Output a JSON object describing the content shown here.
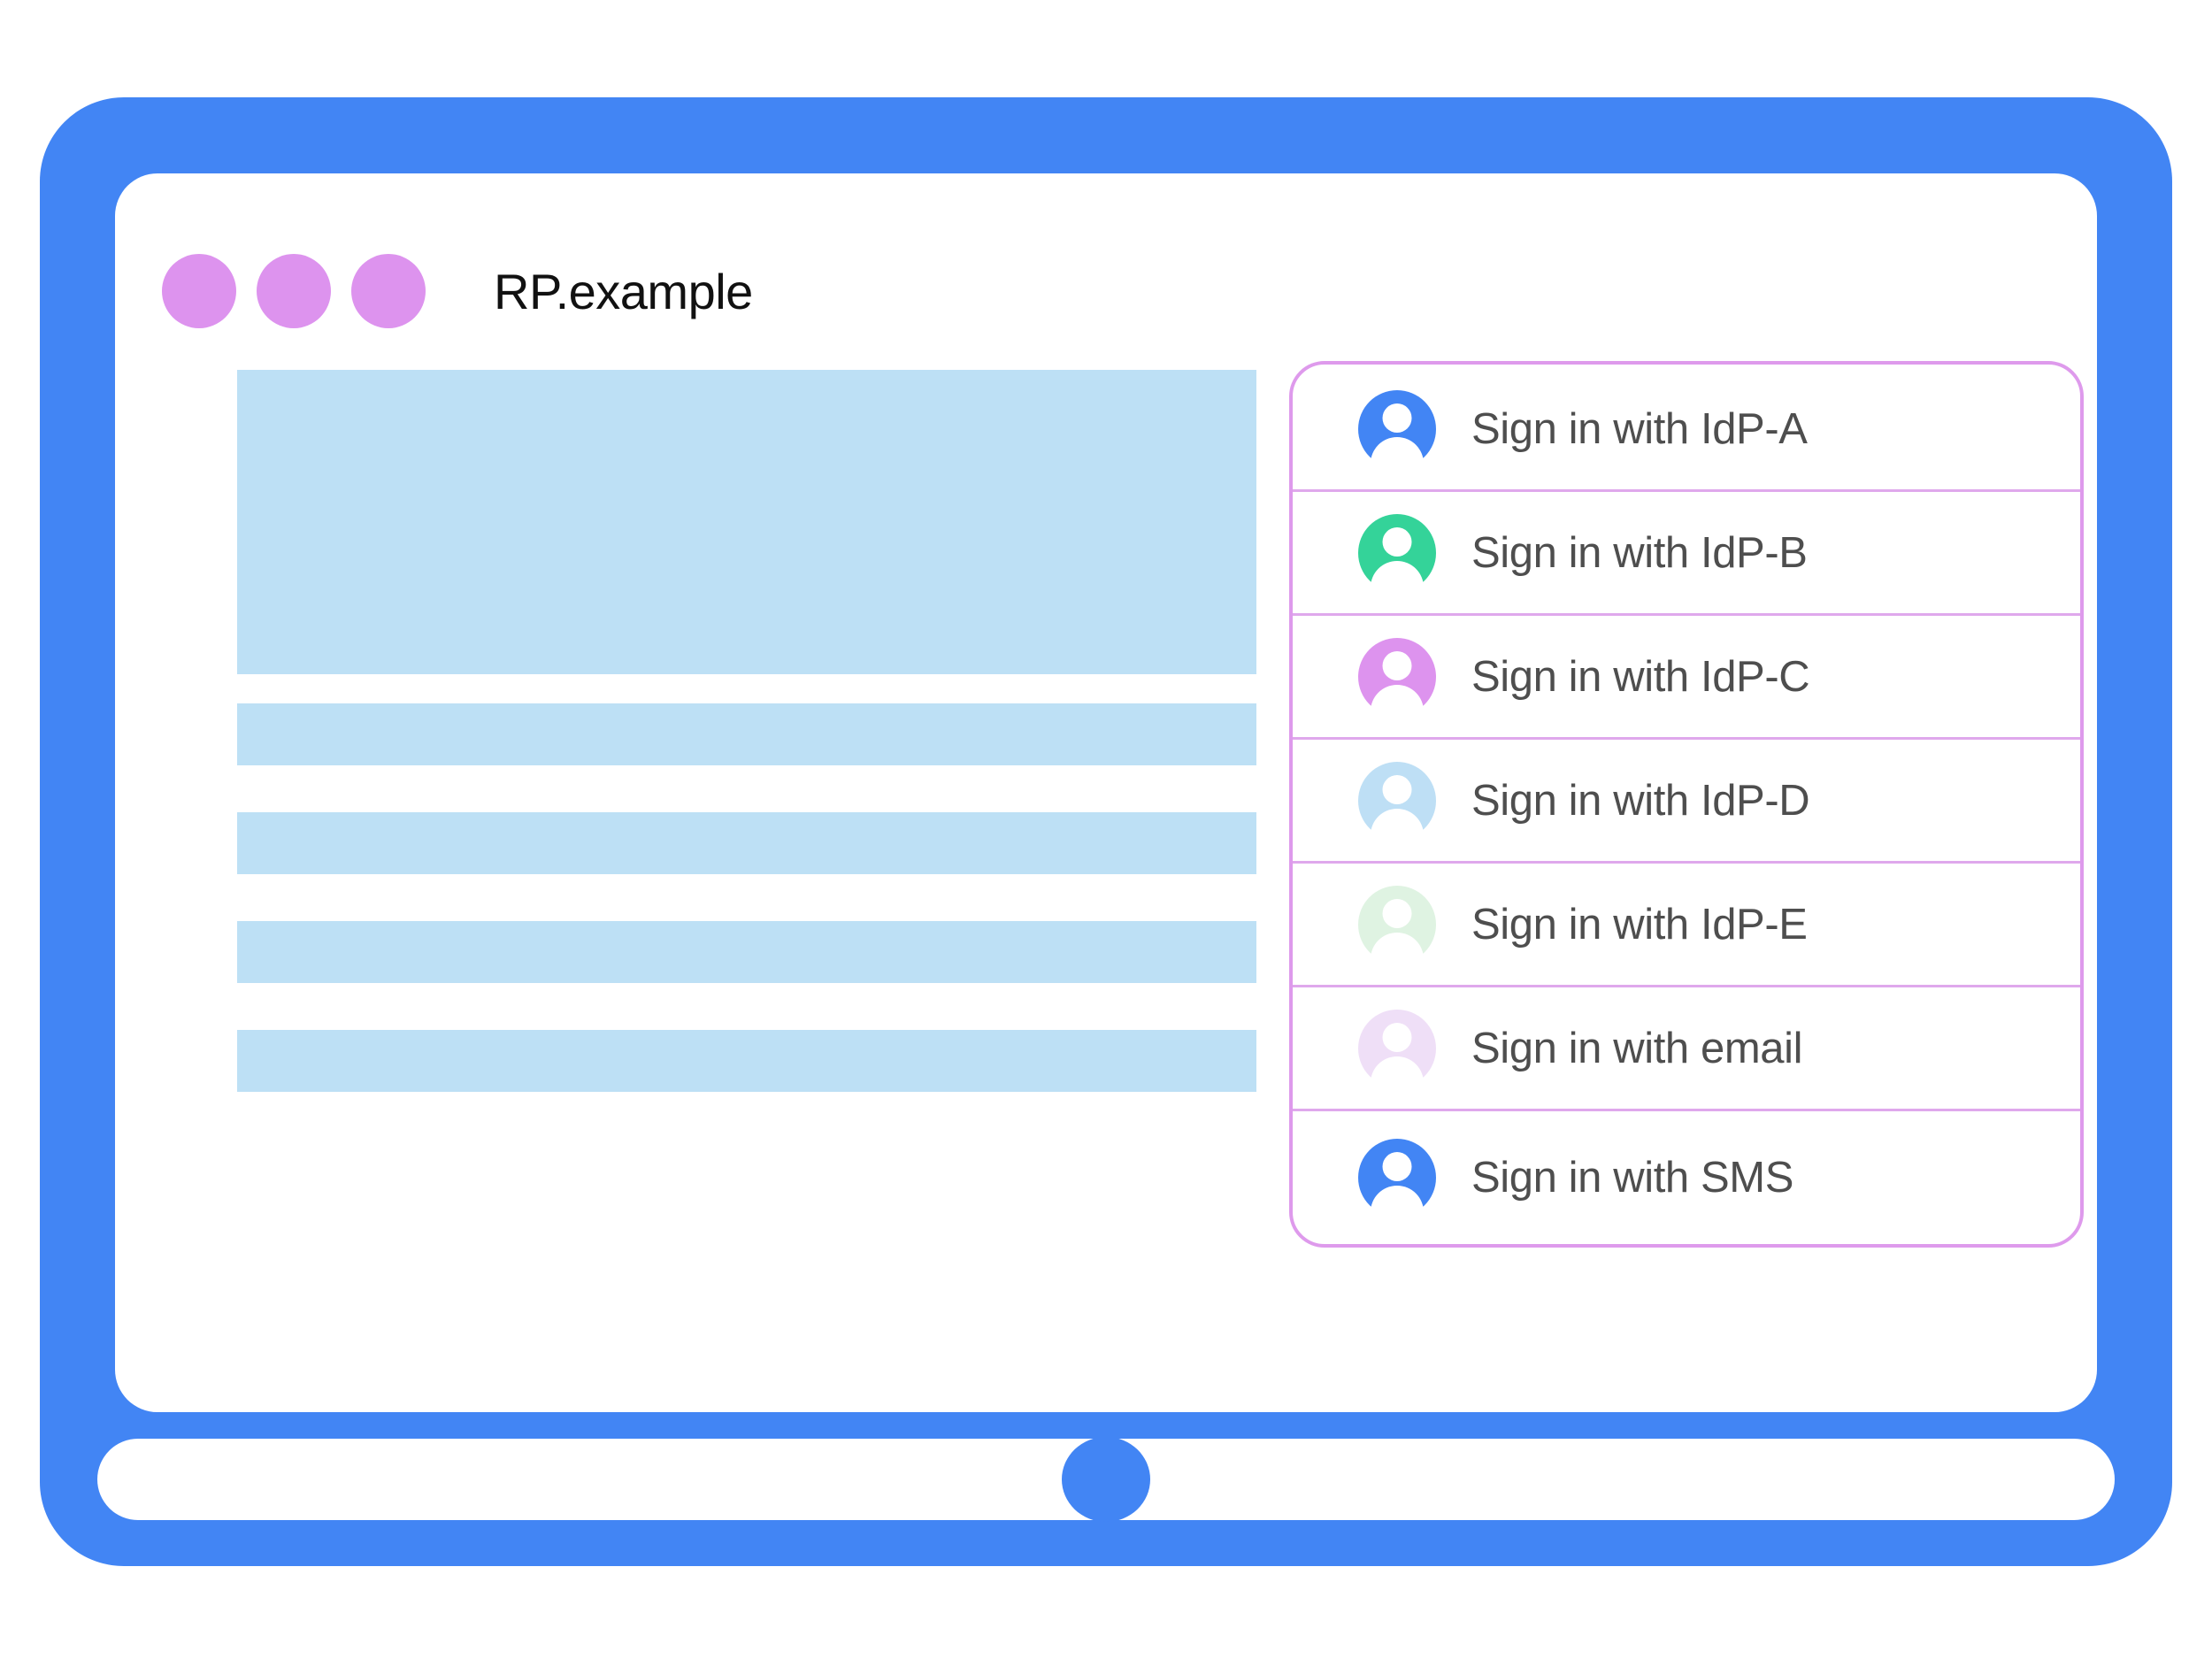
{
  "window": {
    "title": "RP.example",
    "dots": [
      "window-dot-1",
      "window-dot-2",
      "window-dot-3"
    ],
    "dot_color": "#DD93EE"
  },
  "device": {
    "frame_color": "#4285F4",
    "screen_color": "#FFFFFF",
    "home_button": "home-button"
  },
  "content": {
    "placeholder_color": "#BDE0F5",
    "blocks": [
      {
        "name": "hero-placeholder",
        "kind": "hero"
      },
      {
        "name": "text-line-placeholder-1",
        "kind": "bar"
      },
      {
        "name": "text-line-placeholder-2",
        "kind": "bar"
      },
      {
        "name": "text-line-placeholder-3",
        "kind": "bar"
      },
      {
        "name": "text-line-placeholder-4",
        "kind": "bar"
      }
    ]
  },
  "signin_panel": {
    "border_color": "#DE9AEC",
    "divider_color": "#DFA8EC",
    "label_color": "#4E4E4E",
    "items": [
      {
        "label": "Sign in with IdP-A",
        "avatar_color": "#4285F4",
        "icon": "person-avatar-icon"
      },
      {
        "label": "Sign in with IdP-B",
        "avatar_color": "#34D399",
        "icon": "person-avatar-icon"
      },
      {
        "label": "Sign in with IdP-C",
        "avatar_color": "#DD93EE",
        "icon": "person-avatar-icon"
      },
      {
        "label": "Sign in with IdP-D",
        "avatar_color": "#BEDFF5",
        "icon": "person-avatar-icon"
      },
      {
        "label": "Sign in with IdP-E",
        "avatar_color": "#DFF3E2",
        "icon": "person-avatar-icon"
      },
      {
        "label": "Sign in with email",
        "avatar_color": "#EFDFF7",
        "icon": "person-avatar-icon"
      },
      {
        "label": "Sign in with SMS",
        "avatar_color": "#4285F4",
        "icon": "person-avatar-icon"
      }
    ]
  }
}
